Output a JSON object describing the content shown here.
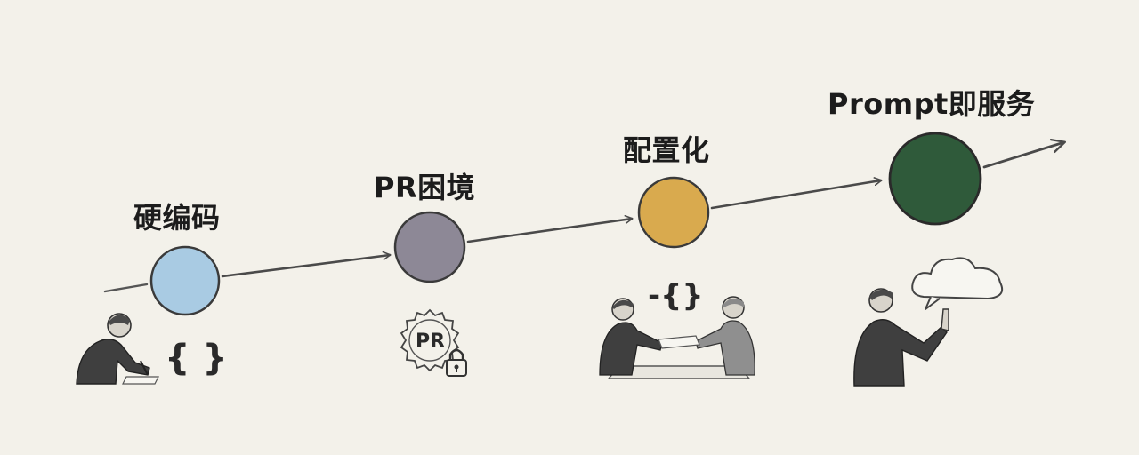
{
  "stages": [
    {
      "label": "硬编码",
      "color": "#a9cbe3",
      "icon": "person-writing-icon",
      "caption": "{ }"
    },
    {
      "label": "PR困境",
      "color": "#8d8896",
      "icon": "pr-lock-badge-icon",
      "caption": "PR"
    },
    {
      "label": "配置化",
      "color": "#d9aa4e",
      "icon": "handshake-meeting-icon",
      "caption": "-{}"
    },
    {
      "label": "Prompt即服务",
      "color": "#2f5a3a",
      "icon": "person-cloud-icon",
      "caption": ""
    }
  ]
}
